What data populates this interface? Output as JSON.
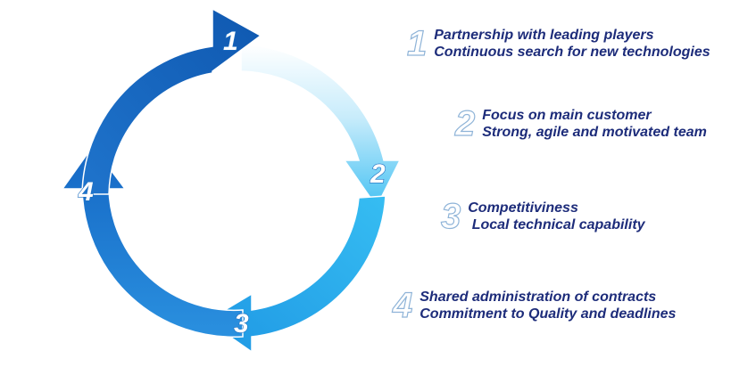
{
  "diagram": {
    "steps": [
      {
        "number": "1",
        "lines": [
          "Partnership with leading players",
          "Continuous search for new technologies"
        ]
      },
      {
        "number": "2",
        "lines": [
          "Focus on main customer",
          "Strong, agile and motivated team"
        ]
      },
      {
        "number": "3",
        "lines": [
          "Competitiviness",
          " Local technical capability"
        ]
      },
      {
        "number": "4",
        "lines": [
          "Shared administration of contracts",
          "Commitment to Quality and deadlines"
        ]
      }
    ],
    "colors": {
      "deep_blue": "#1561b8",
      "mid_blue": "#2f8fe0",
      "light_blue": "#3cbef0",
      "pale_blue": "#e6f6fd",
      "text": "#1d2c7a"
    }
  }
}
